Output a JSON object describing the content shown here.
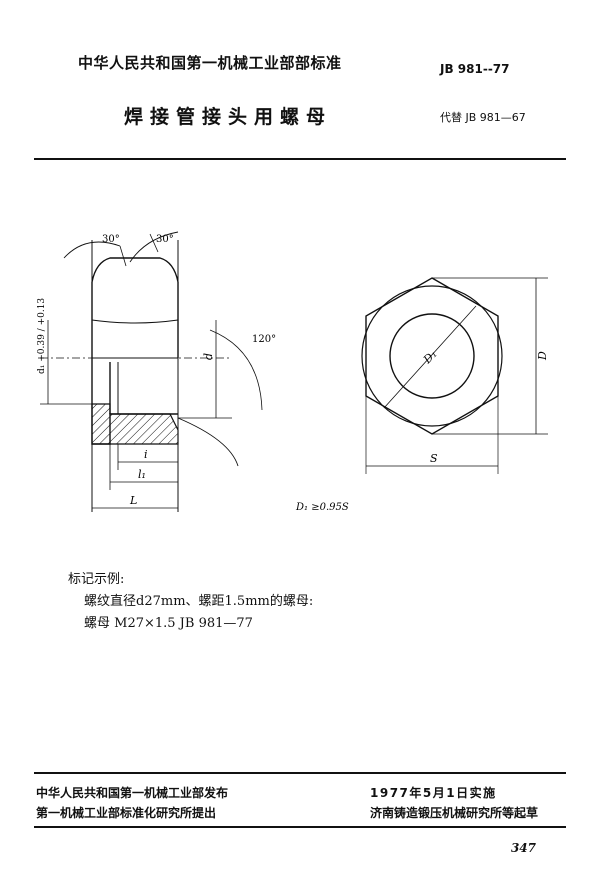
{
  "header": {
    "organization": "中华人民共和国第一机械工业部部标准",
    "standard_code": "JB 981--77",
    "title": "焊接管接头用螺母",
    "replaces": "代替 JB 981—67"
  },
  "drawing": {
    "angle_left": "30°",
    "angle_right": "30°",
    "angle_hex": "120°",
    "dim_d1_tolerance": "d₁ +0.39 / +0.13",
    "dim_d": "d",
    "dim_i": "i",
    "dim_l1": "l₁",
    "dim_L": "L",
    "dim_D1": "D₁",
    "dim_D": "D",
    "dim_S": "S",
    "note": "D₁ ≥0.95S"
  },
  "example": {
    "label": "标记示例:",
    "description": "螺纹直径d27mm、螺距1.5mm的螺母:",
    "marking": "螺母   M27×1.5   JB 981—77"
  },
  "footer": {
    "issuer": "中华人民共和国第一机械工业部发布",
    "proposer": "第一机械工业部标准化研究所提出",
    "effective": "1977年5月1日实施",
    "drafter": "济南铸造锻压机械研究所等起草",
    "page_number": "347"
  }
}
